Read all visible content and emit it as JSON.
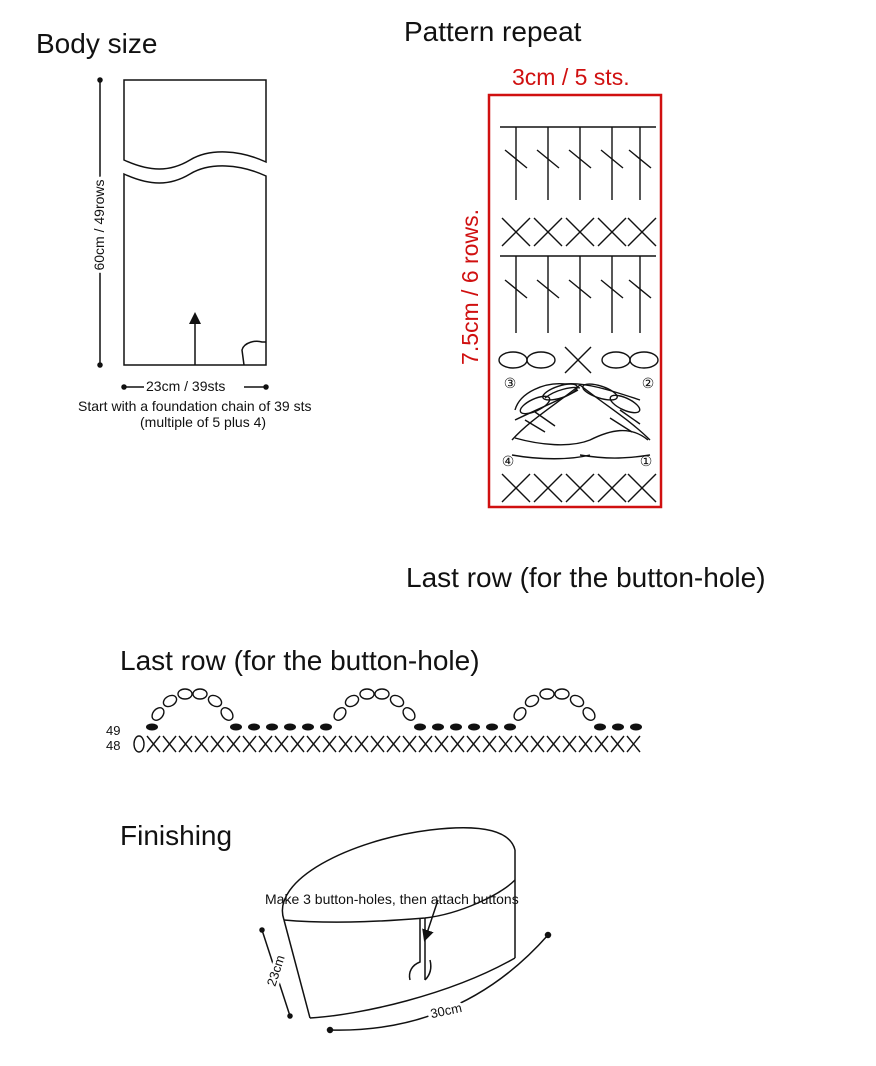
{
  "body_size": {
    "title": "Body size",
    "height_label": "60cm / 49rows",
    "width_label": "23cm / 39sts",
    "note_line1": "Start with a foundation chain of 39 sts",
    "note_line2": "(multiple of 5 plus 4)"
  },
  "pattern_repeat": {
    "title": "Pattern repeat",
    "width_label": "3cm / 5 sts.",
    "height_label": "7.5cm / 6 rows.",
    "circled_numbers": [
      "③",
      "②",
      "④",
      "①"
    ],
    "color": "#d01010"
  },
  "last_row_heading_top": "Last row (for the button-hole)",
  "last_row": {
    "title": "Last row (for the button-hole)",
    "row_numbers": [
      "49",
      "48"
    ]
  },
  "finishing": {
    "title": "Finishing",
    "note": "Make 3 button-holes, then attach buttons",
    "height_label": "23cm",
    "circumference_label": "30cm"
  }
}
